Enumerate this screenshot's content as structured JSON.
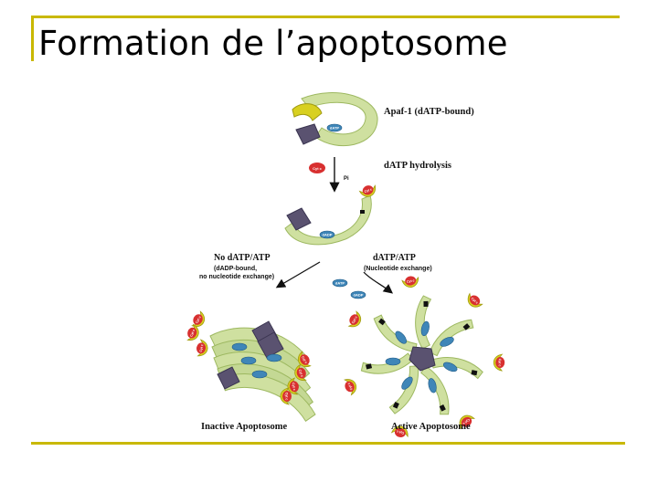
{
  "slide": {
    "title": "Formation de l’apoptosome",
    "accent_color": "#c9b800"
  },
  "diagram": {
    "labels": {
      "apaf": "Apaf-1 (dATP-bound)",
      "hydrolysis": "dATP hydrolysis",
      "pi": "Pi",
      "no_datp": "No dATP/ATP",
      "no_datp_sub1": "(dADP-bound,",
      "no_datp_sub2": "no nucleotide exchange)",
      "datp_atp": "dATP/ATP",
      "datp_sub": "(Nucleotide exchange)",
      "inactive": "Inactive Apoptosome",
      "active": "Active Apoptosome"
    },
    "tags": {
      "datp": "dATP",
      "dadp": "dADP",
      "cytc": "Cyt c"
    },
    "colors": {
      "apaf_body": "#cfe0a0",
      "apaf_edge": "#9db860",
      "card_domain": "#5a5270",
      "cytc_cup": "#d8d020",
      "cytc_ball": "#d83030",
      "nucleotide": "#3f86b8"
    }
  }
}
